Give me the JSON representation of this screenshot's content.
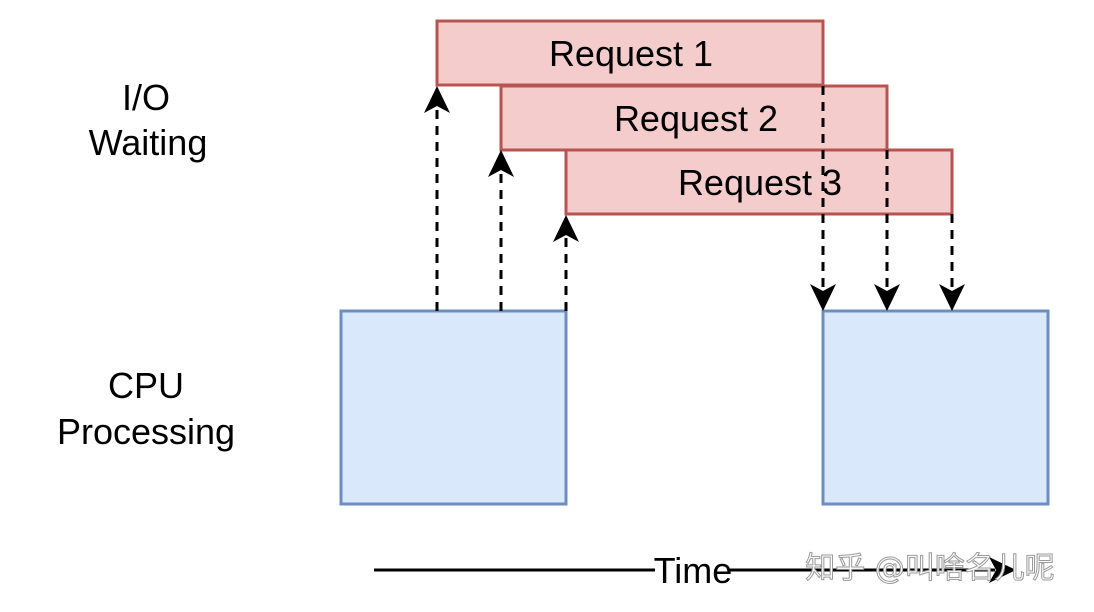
{
  "row_labels": {
    "io_line1": "I/O",
    "io_line2": "Waiting",
    "cpu_line1": "CPU",
    "cpu_line2": "Processing"
  },
  "requests": [
    {
      "label": "Request 1"
    },
    {
      "label": "Request 2"
    },
    {
      "label": "Request 3"
    }
  ],
  "axis": {
    "label": "Time"
  },
  "watermark": "知乎 @叫啥名儿呢",
  "colors": {
    "request_fill": "#f4cccc",
    "request_stroke": "#b85450",
    "cpu_fill": "#dae8fc",
    "cpu_stroke": "#6c8ebf"
  }
}
